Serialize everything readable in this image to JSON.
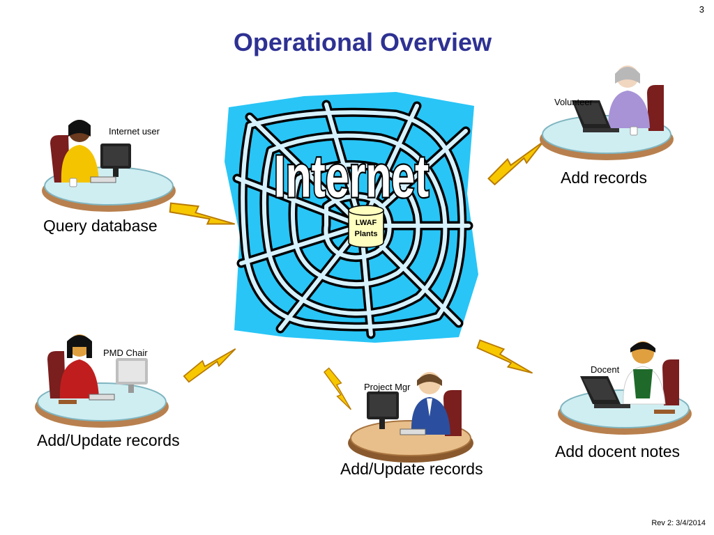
{
  "slide": {
    "page_number": "3",
    "title": "Operational Overview",
    "footer": "Rev 2: 3/4/2014"
  },
  "center": {
    "network_label": "Internet",
    "database_line1": "LWAF",
    "database_line2": "Plants"
  },
  "stations": {
    "internet_user": {
      "role": "Internet user",
      "action": "Query database"
    },
    "volunteer": {
      "role": "Volunteer",
      "action": "Add records"
    },
    "pmd_chair": {
      "role": "PMD Chair",
      "action": "Add/Update records"
    },
    "project_mgr": {
      "role": "Project Mgr",
      "action": "Add/Update records"
    },
    "docent": {
      "role": "Docent",
      "action": "Add docent notes"
    }
  },
  "colors": {
    "title": "#2e3192",
    "web_background": "#29c5f6",
    "web_strands": "#000000",
    "database": "#ffffc0",
    "lightning": "#f7c700",
    "desk_glass": "#cfeef2",
    "desk_wood": "#e8bf8a"
  },
  "icons": {
    "network": "spider-web-icon",
    "database": "database-cylinder-icon",
    "connection": "lightning-bolt-icon",
    "workstation": "person-at-computer-icon"
  }
}
